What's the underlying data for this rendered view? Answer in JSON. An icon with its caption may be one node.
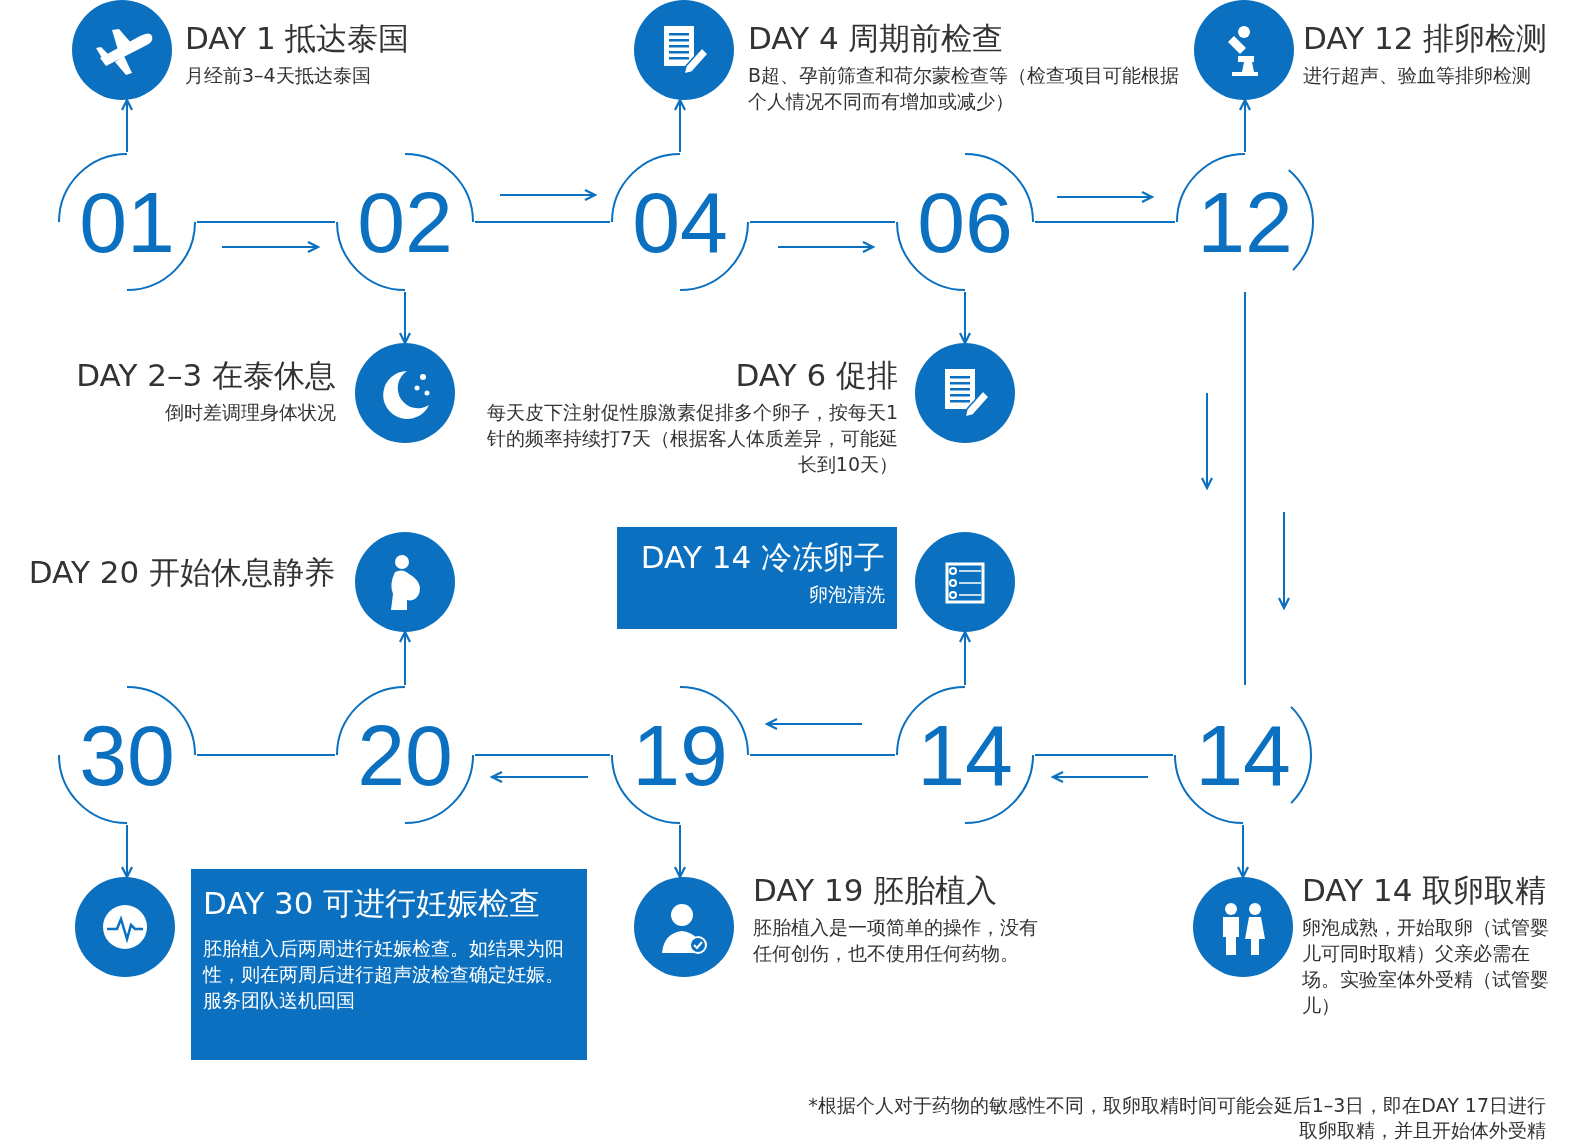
{
  "diagram": {
    "nodes": [
      {
        "text": [
          "DAY 1 抵达泰国",
          "月经前3–4天抵达泰国"
        ]
      },
      {
        "text": [
          "DAY 4 周期前检查",
          "B超、孕前筛查和荷尔蒙检查等（检查项目可能根据个人情况不同而有增加或减少）"
        ]
      },
      {
        "text": [
          "DAY 12 排卵检测",
          "进行超声、验血等排卵检测"
        ]
      },
      {
        "text": [
          "01"
        ]
      },
      {
        "text": [
          "02"
        ]
      },
      {
        "text": [
          "04"
        ]
      },
      {
        "text": [
          "06"
        ]
      },
      {
        "text": [
          "12"
        ]
      },
      {
        "text": [
          "DAY 2–3 在泰休息",
          "倒时差调理身体状况"
        ]
      },
      {
        "text": [
          "DAY 6 促排",
          "每天皮下注射促性腺激素促排多个卵子，按每天1针的频率持续打7天（根据客人体质差异，可能延长到10天）"
        ]
      },
      {
        "text": [
          "DAY 20 开始休息静养"
        ]
      },
      {
        "text": [
          "DAY 14 冷冻卵子",
          "卵泡清洗"
        ]
      },
      {
        "text": [],
        "shape": "circle"
      },
      {
        "text": [
          "30"
        ]
      },
      {
        "text": [
          "20"
        ]
      },
      {
        "text": [
          "19"
        ]
      },
      {
        "text": [
          "14"
        ]
      },
      {
        "text": [
          "14"
        ]
      },
      {
        "text": [],
        "shape": "circle"
      },
      {
        "text": [
          "DAY 30 可进行妊娠检查",
          "胚胎植入后两周进行妊娠检查。如结果为阳性，则在两周后进行超声波检查确定妊娠。服务团队送机回国"
        ]
      },
      {
        "text": [
          "DAY 19 胚胎植入",
          "胚胎植入是一项简单的操作，没有任何创伤，也不使用任何药物。"
        ]
      },
      {
        "text": [
          "DAY 14 取卵取精",
          "卵泡成熟，开始取卵（试管婴儿可同时取精）父亲必需在场。实验室体外受精（试管婴儿）"
        ]
      }
    ],
    "edges": [
      {
        "from": 3,
        "to": 0,
        "arrow": "to"
      },
      {
        "from": 3,
        "to": 4,
        "arrow": "none"
      },
      {
        "from": 4,
        "to": 8,
        "arrow": "to"
      },
      {
        "from": 4,
        "to": 5,
        "arrow": "none"
      },
      {
        "from": 5,
        "to": 1,
        "arrow": "to"
      },
      {
        "from": 5,
        "to": 6,
        "arrow": "none"
      },
      {
        "from": 6,
        "to": 9,
        "arrow": "to"
      },
      {
        "from": 6,
        "to": 7,
        "arrow": "none"
      },
      {
        "from": 7,
        "to": 2,
        "arrow": "to"
      },
      {
        "from": 7,
        "to": 17,
        "arrow": "none"
      },
      {
        "from": 17,
        "to": 21,
        "arrow": "to"
      },
      {
        "from": 17,
        "to": 16,
        "arrow": "none"
      },
      {
        "from": 16,
        "to": 12,
        "arrow": "to"
      },
      {
        "from": 16,
        "to": 15,
        "arrow": "none"
      },
      {
        "from": 15,
        "to": 20,
        "arrow": "to"
      },
      {
        "from": 15,
        "to": 14,
        "arrow": "none"
      },
      {
        "from": 14,
        "to": 10,
        "arrow": "to"
      },
      {
        "from": 14,
        "to": 13,
        "arrow": "none"
      },
      {
        "from": 13,
        "to": 18,
        "arrow": "to"
      }
    ],
    "labels": [
      "*根据个人对于药物的敏感性不同，取卵取精时间可能会延后1–3日，即在DAY 17日进行取卵取精，并且开始体外受精"
    ]
  }
}
